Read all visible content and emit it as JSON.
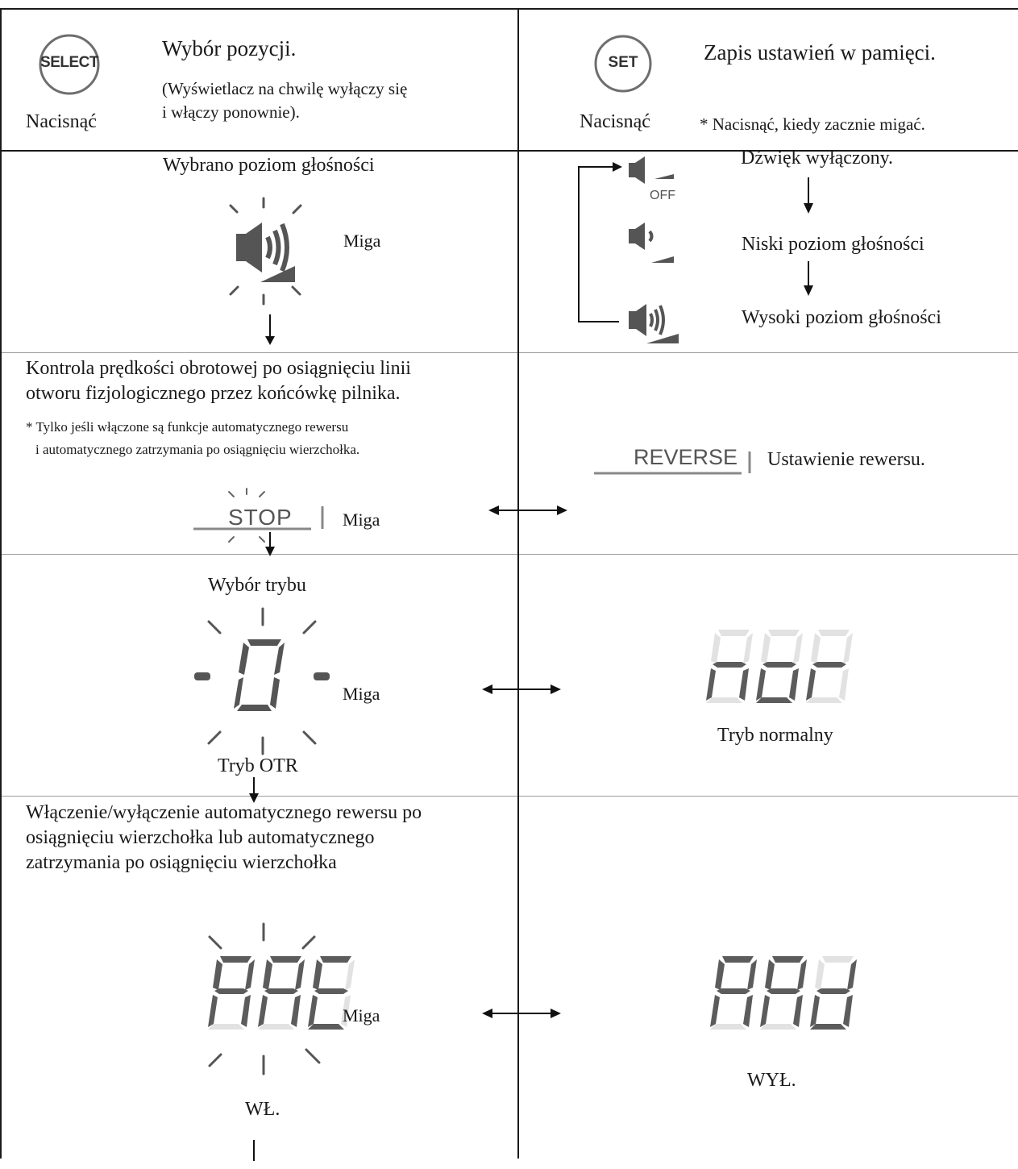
{
  "header": {
    "select_button_label": "SELECT",
    "select_press": "Nacisnąć",
    "select_title": "Wybór pozycji.",
    "select_note_line1": "(Wyświetlacz na chwilę wyłączy się",
    "select_note_line2": "i włączy ponownie).",
    "set_button_label": "SET",
    "set_press": "Nacisnąć",
    "set_title": "Zapis ustawień w pamięci.",
    "set_note": "* Nacisnąć, kiedy zacznie migać."
  },
  "volume": {
    "selected_title": "Wybrano poziom głośności",
    "blink": "Miga",
    "off_icon_text": "OFF",
    "off_text": "Dźwięk wyłączony.",
    "low_text": "Niski poziom głośności",
    "high_text": "Wysoki poziom głośności"
  },
  "reverse": {
    "title_line1": "Kontrola prędkości obrotowej po osiągnięciu linii",
    "title_line2": "otworu fizjologicznego przez końcówkę pilnika.",
    "note_line1": "*  Tylko jeśli włączone są funkcje automatycznego rewersu",
    "note_line2": "i automatycznego zatrzymania po osiągnięciu wierzchołka.",
    "stop_label": "STOP",
    "blink": "Miga",
    "reverse_label": "REVERSE",
    "reverse_text": "Ustawienie rewersu."
  },
  "mode": {
    "title": "Wybór trybu",
    "blink": "Miga",
    "otr_label": "Tryb OTR",
    "normal_label": "Tryb normalny"
  },
  "apex": {
    "title_line1": "Włączenie/wyłączenie automatycznego rewersu po",
    "title_line2": "osiągnięciu wierzchołka lub automatycznego",
    "title_line3": "zatrzymania po osiągnięciu wierzchołka",
    "blink": "Miga",
    "on_label": "WŁ.",
    "off_label": "WYŁ."
  },
  "colors": {
    "segment_on": "#5c5c5c",
    "segment_off": "#e2e2e2",
    "rule": "#9a9a9a"
  }
}
